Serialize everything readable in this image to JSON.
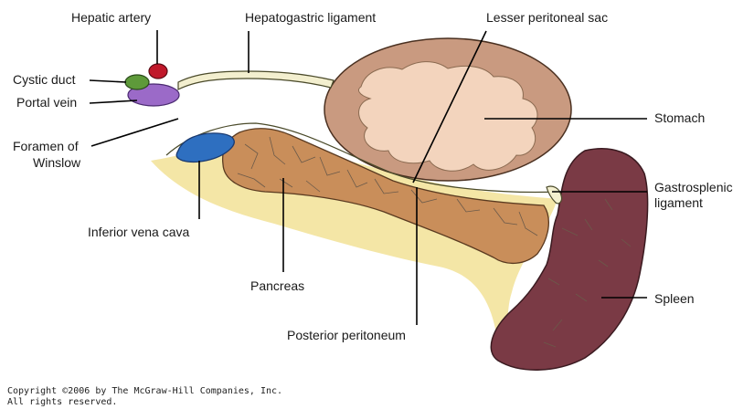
{
  "labels": {
    "hepatic_artery": "Hepatic artery",
    "hepatogastric_ligament": "Hepatogastric ligament",
    "lesser_peritoneal_sac": "Lesser peritoneal sac",
    "cystic_duct": "Cystic duct",
    "portal_vein": "Portal vein",
    "foramen_line1": "Foramen of",
    "foramen_line2": "Winslow",
    "stomach": "Stomach",
    "gastrosplenic_line1": "Gastrosplenic",
    "gastrosplenic_line2": "ligament",
    "inferior_vena_cava": "Inferior vena cava",
    "pancreas": "Pancreas",
    "spleen": "Spleen",
    "posterior_peritoneum": "Posterior peritoneum"
  },
  "copyright": {
    "line1": "Copyright ©2006 by The McGraw-Hill Companies, Inc.",
    "line2": "All rights reserved."
  },
  "colors": {
    "stomach_wall": "#c99a80",
    "stomach_lumen": "#f3d4bd",
    "spleen": "#7a3a45",
    "pancreas": "#c98e5a",
    "posterior_wall": "#f4e6a6",
    "vena_cava": "#2e6fc0",
    "portal_vein": "#9b6ac8",
    "hepatic_artery": "#c0182a",
    "cystic_duct": "#5e9a3a"
  }
}
